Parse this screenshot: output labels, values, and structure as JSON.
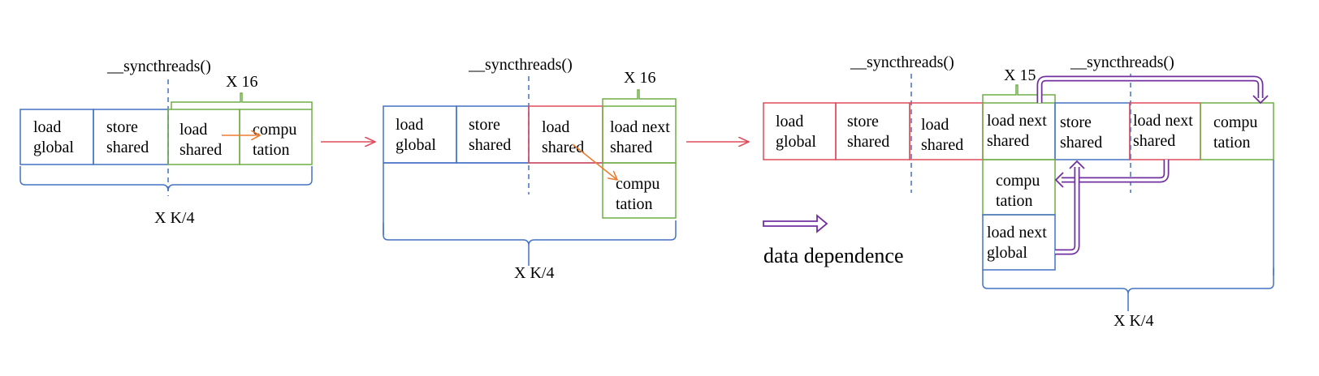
{
  "colors": {
    "blue": "#4472c4",
    "red": "#e04b5a",
    "green": "#70ad47",
    "orange": "#ed7d31",
    "purple": "#7030a0"
  },
  "labels": {
    "sync": "__syncthreads()",
    "x16": "X 16",
    "x15": "X 15",
    "xk4": "X K/4",
    "legend": "data dependence"
  },
  "diagram1": {
    "load_global": [
      "load",
      "global"
    ],
    "store_shared": [
      "store",
      "shared"
    ],
    "load_shared": [
      "load",
      "shared"
    ],
    "computation": [
      "compu",
      "tation"
    ]
  },
  "diagram2": {
    "load_global": [
      "load",
      "global"
    ],
    "store_shared": [
      "store",
      "shared"
    ],
    "load_shared": [
      "load",
      "shared"
    ],
    "load_next_shared": [
      "load next",
      "shared"
    ],
    "computation": [
      "compu",
      "tation"
    ]
  },
  "diagram3": {
    "load_global": [
      "load",
      "global"
    ],
    "store_shared": [
      "store",
      "shared"
    ],
    "load_shared": [
      "load",
      "shared"
    ],
    "load_next_shared_a": [
      "load next",
      "shared"
    ],
    "store_shared_b": [
      "store",
      "shared"
    ],
    "load_next_shared_b": [
      "load next",
      "shared"
    ],
    "computation_b": [
      "compu",
      "tation"
    ],
    "computation_a": [
      "compu",
      "tation"
    ],
    "load_next_global": [
      "load next",
      "global"
    ]
  }
}
